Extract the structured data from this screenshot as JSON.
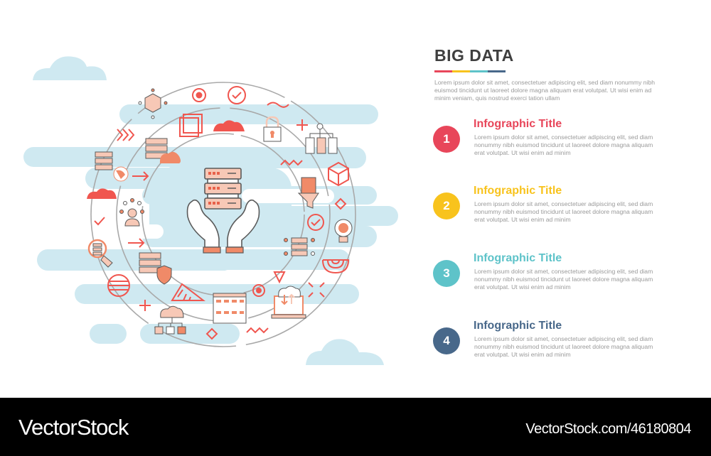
{
  "header": {
    "title": "BIG DATA",
    "rule_colors": [
      "#e8465a",
      "#f8c31d",
      "#5ec3c9",
      "#48688a"
    ],
    "intro": "Lorem ipsum dolor sit amet, consectetuer adipiscing elit, sed diam nonummy nibh euismod tincidunt ut laoreet dolore magna aliquam erat volutpat. Ut wisi enim ad minim veniam, quis nostrud exerci tation ullam"
  },
  "items": [
    {
      "number": "1",
      "title": "Infographic Title",
      "color": "#e8465a",
      "body": "Lorem ipsum dolor sit amet, consectetuer adipiscing elit, sed diam nonummy nibh euismod tincidunt ut laoreet dolore magna aliquam erat volutpat. Ut wisi enim ad minim"
    },
    {
      "number": "2",
      "title": "Infographic Title",
      "color": "#f8c31d",
      "body": "Lorem ipsum dolor sit amet, consectetuer adipiscing elit, sed diam nonummy nibh euismod tincidunt ut laoreet dolore magna aliquam erat volutpat. Ut wisi enim ad minim"
    },
    {
      "number": "3",
      "title": "Infographic Title",
      "color": "#5ec3c9",
      "body": "Lorem ipsum dolor sit amet, consectetuer adipiscing elit, sed diam nonummy nibh euismod tincidunt ut laoreet dolore magna aliquam erat volutpat. Ut wisi enim ad minim"
    },
    {
      "number": "4",
      "title": "Infographic Title",
      "color": "#48688a",
      "body": "Lorem ipsum dolor sit amet, consectetuer adipiscing elit, sed diam nonummy nibh euismod tincidunt ut laoreet dolore magna aliquam erat volutpat. Ut wisi enim ad minim"
    }
  ],
  "illustration": {
    "palette": {
      "sky": "#cfe9f1",
      "accent": "#f0564f",
      "peach": "#f7c8b6",
      "orange": "#f08a68",
      "line": "#a9a9a9",
      "outline": "#5a5a5a"
    },
    "central_icon": "server-in-hands-icon",
    "orbit_icons": [
      "network-cube-icon",
      "target-icon",
      "checkmark-circle-icon",
      "padlock-circuit-icon",
      "hierarchy-documents-icon",
      "cube-outline-icon",
      "data-funnel-icon",
      "brain-bulb-icon",
      "server-network-icon",
      "cloud-laptop-sync-icon",
      "database-table-icon",
      "cloud-folders-icon",
      "server-shield-icon",
      "search-server-icon",
      "user-network-icon",
      "server-globe-icon",
      "server-cloud-icon"
    ]
  },
  "footer": {
    "brand": "VectorStock",
    "image_id": "VectorStock.com/46180804"
  }
}
